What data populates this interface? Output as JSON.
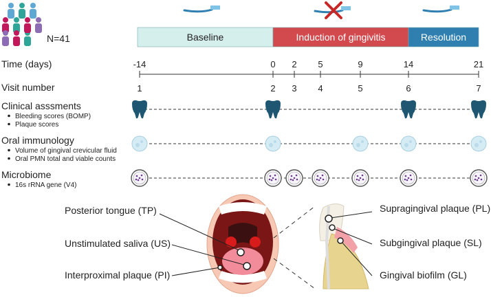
{
  "cohort": {
    "n_label": "N=41"
  },
  "phases": [
    {
      "label": "Baseline",
      "color": "#d5efed"
    },
    {
      "label": "Induction of gingivitis",
      "color": "#d24a4e"
    },
    {
      "label": "Resolution",
      "color": "#2f7fb1"
    }
  ],
  "timeline": {
    "time_label": "Time (days)",
    "visit_label": "Visit number",
    "days": [
      "-14",
      "0",
      "2",
      "5",
      "9",
      "14",
      "21"
    ],
    "visits": [
      "1",
      "2",
      "3",
      "4",
      "5",
      "6",
      "7"
    ]
  },
  "rows": [
    {
      "title": "Clinical asssments",
      "bullets": [
        "Bleeding scores (BOMP)",
        "Plaque scores"
      ],
      "icon": "tooth-icon",
      "visit_index": [
        0,
        1,
        5,
        6
      ]
    },
    {
      "title": "Oral immunology",
      "bullets": [
        "Volume of gingival crevicular fluid",
        "Oral PMN total and viable counts"
      ],
      "icon": "cell-icon",
      "visit_index": [
        0,
        1,
        4,
        5,
        6
      ]
    },
    {
      "title": "Microbiome",
      "bullets": [
        "16s  rRNA gene (V4)"
      ],
      "icon": "petri-dish-icon",
      "visit_index": [
        0,
        1,
        2,
        3,
        4,
        5,
        6
      ]
    }
  ],
  "sites_left": [
    "Posterior tongue (TP)",
    "Unstimulated saliva (US)",
    "Interproximal plaque (PI)"
  ],
  "sites_right": [
    "Supragingival plaque (PL)",
    "Subgingival plaque (SL)",
    "Gingival biofilm (GL)"
  ],
  "colors": {
    "tooth": "#1f5773",
    "cell": "#d6ecf5",
    "petri": "#6a3d8c",
    "toothbrush": "#2f7fb1",
    "cross": "#c62828"
  }
}
